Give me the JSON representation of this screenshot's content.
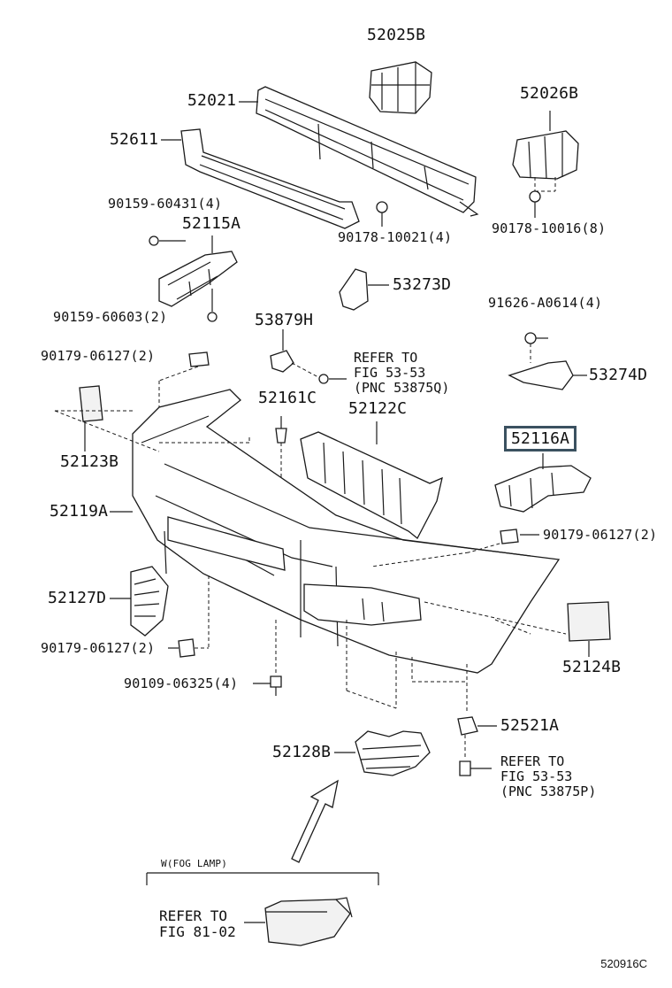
{
  "parts": {
    "p52025B": "52025B",
    "p52021": "52021",
    "p52026B": "52026B",
    "p52611": "52611",
    "p90159_60431": "90159-60431(4)",
    "p52115A": "52115A",
    "p90178_10021": "90178-10021(4)",
    "p90178_10016": "90178-10016(8)",
    "p53273D": "53273D",
    "p90159_60603": "90159-60603(2)",
    "p91626_A0614": "91626-A0614(4)",
    "p53879H": "53879H",
    "p90179_06127_a": "90179-06127(2)",
    "p53274D": "53274D",
    "p52161C": "52161C",
    "p52122C": "52122C",
    "p52116A": "52116A",
    "p52123B": "52123B",
    "p52119A": "52119A",
    "p90179_06127_b": "90179-06127(2)",
    "p52127D": "52127D",
    "p90179_06127_c": "90179-06127(2)",
    "p52124B": "52124B",
    "p90109_06325": "90109-06325(4)",
    "p52521A": "52521A",
    "p52128B": "52128B"
  },
  "refs": {
    "ref1": {
      "l1": "REFER TO",
      "l2": "FIG 53-53",
      "l3": "(PNC 53875Q)"
    },
    "ref2": {
      "l1": "REFER TO",
      "l2": "FIG 53-53",
      "l3": "(PNC 53875P)"
    },
    "ref3": {
      "l1": "REFER TO",
      "l2": "FIG 81-02"
    }
  },
  "fog_lamp_caption": "W(FOG LAMP)",
  "figure_code": "520916C",
  "highlighted_part": "52116A"
}
